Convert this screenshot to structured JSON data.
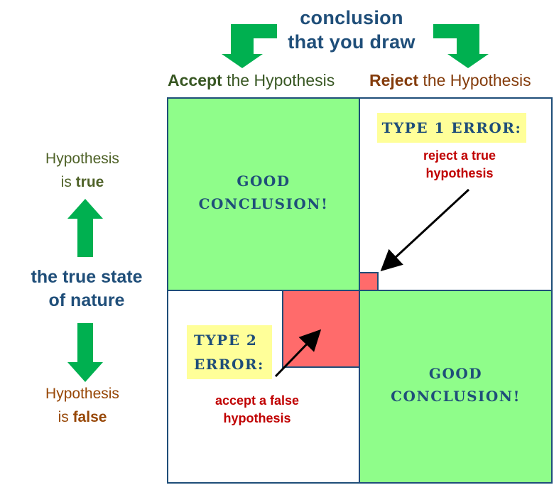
{
  "header": {
    "line1": "conclusion",
    "line2": "that you draw"
  },
  "columns": {
    "accept": {
      "bold": "Accept",
      "rest": " the Hypothesis"
    },
    "reject": {
      "bold": "Reject",
      "rest": " the Hypothesis"
    }
  },
  "rows": {
    "true": {
      "line1": "Hypothesis",
      "prefix": "is ",
      "bold": "true"
    },
    "false": {
      "line1": "Hypothesis",
      "prefix": "is ",
      "bold": "false"
    },
    "state": {
      "line1": "the true state",
      "line2": "of nature"
    }
  },
  "cells": {
    "good_top": {
      "line1": "GOOD",
      "line2": "CONCLUSION!"
    },
    "good_bottom": {
      "line1": "GOOD",
      "line2": "CONCLUSION!"
    },
    "type1": {
      "title": "TYPE 1 ERROR:",
      "line1": "reject a true",
      "line2": "hypothesis"
    },
    "type2": {
      "title_line1": "TYPE 2",
      "title_line2": "ERROR:",
      "line1": "accept a false",
      "line2": "hypothesis"
    }
  },
  "colors": {
    "good": "#8ffd8a",
    "error": "#ff6b6b",
    "arrow_green": "#00b050",
    "border": "#1f4e79",
    "highlight": "#ffff99",
    "error_text": "#c00000"
  }
}
